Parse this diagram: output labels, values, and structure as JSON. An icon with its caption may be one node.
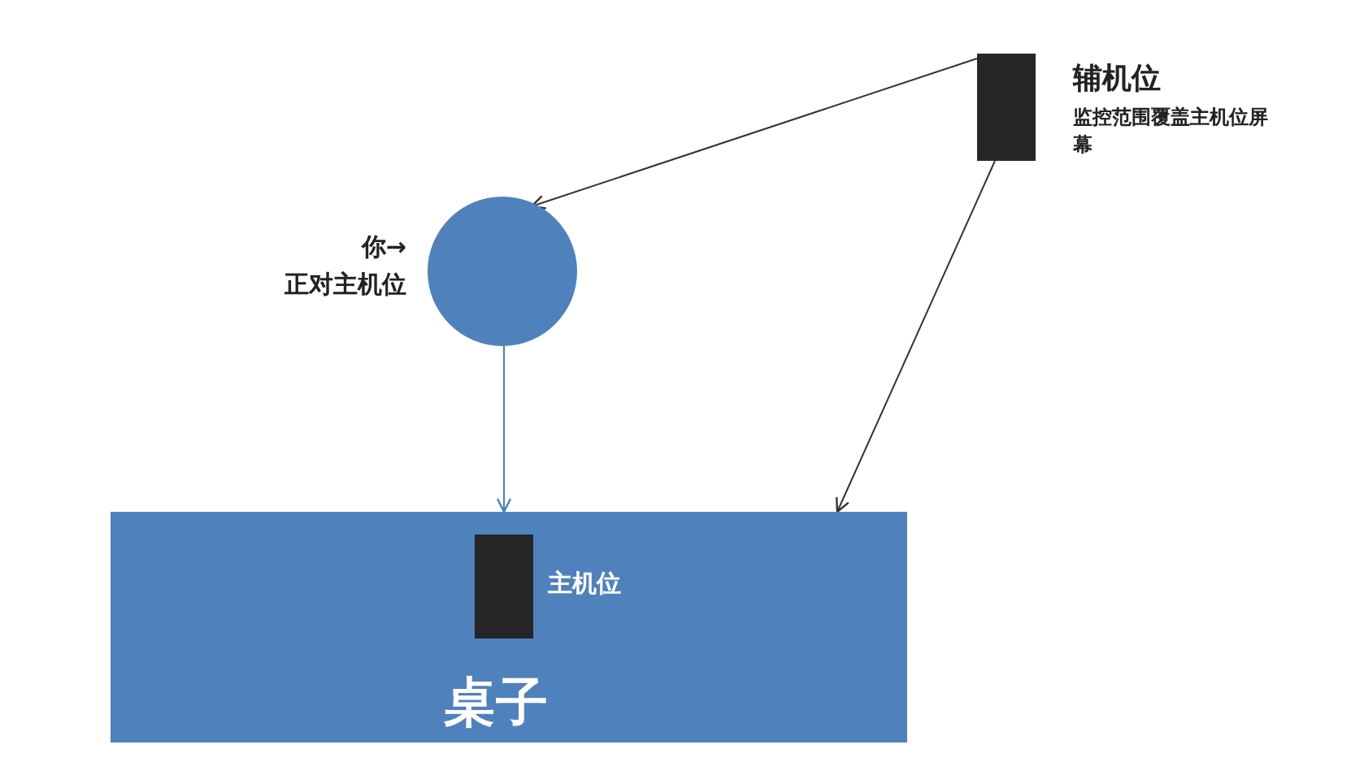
{
  "diagram": {
    "nodes": [
      {
        "text": [],
        "shape": "bar",
        "beside": [
          "辅机位",
          "监控范围覆盖主机位屏幕"
        ]
      },
      {
        "text": [],
        "shape": "circle",
        "beside": [
          "你→",
          "正对主机位"
        ]
      },
      {
        "text": [
          "桌子"
        ]
      },
      {
        "text": [],
        "shape": "bar",
        "in": 2,
        "beside": [
          "主机位"
        ]
      }
    ],
    "edges": [
      {
        "from": 0,
        "to": 1,
        "arrow": "to"
      },
      {
        "from": 0,
        "to": 2,
        "arrow": "to"
      },
      {
        "from": 1,
        "to": 2,
        "arrow": "to",
        "color": "#4a7ebb"
      }
    ]
  }
}
